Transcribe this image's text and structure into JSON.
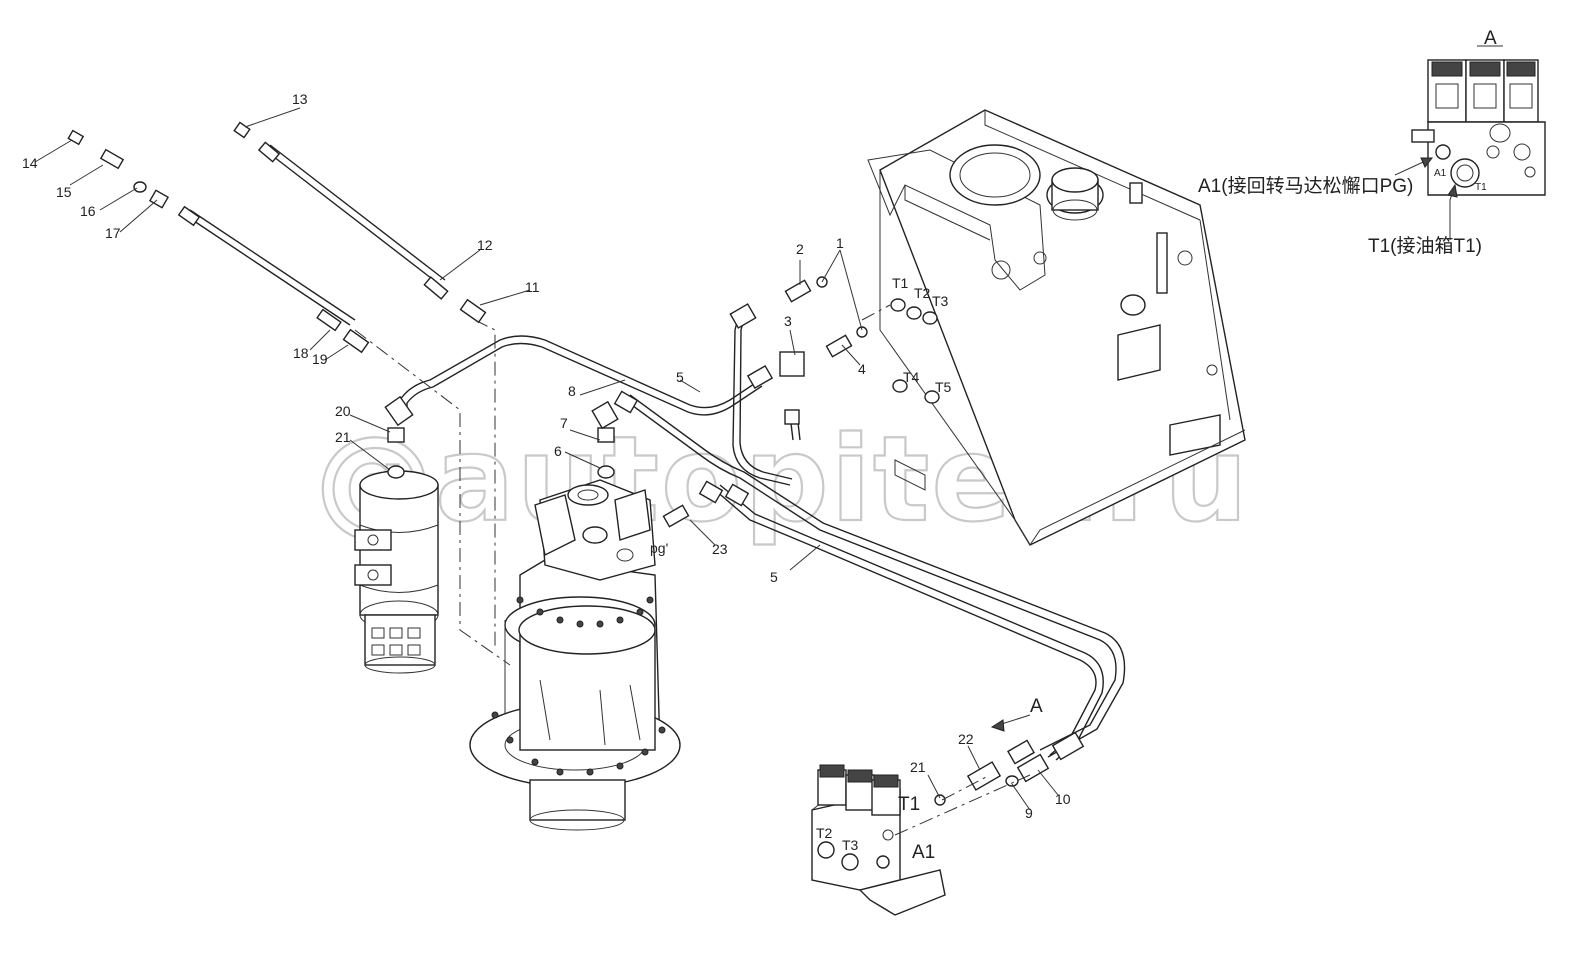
{
  "watermark": "@autopiter.ru",
  "view_label": "A",
  "callouts": {
    "c1": "1",
    "c2": "2",
    "c3": "3",
    "c4": "4",
    "c5a": "5",
    "c5b": "5",
    "c6": "6",
    "c7": "7",
    "c8": "8",
    "c9": "9",
    "c10": "10",
    "c11": "11",
    "c12": "12",
    "c13": "13",
    "c14": "14",
    "c15": "15",
    "c16": "16",
    "c17": "17",
    "c18": "18",
    "c19": "19",
    "c20": "20",
    "c21a": "21",
    "c21b": "21",
    "c22": "22",
    "c23": "23"
  },
  "tank_ports": {
    "t1": "T1",
    "t2": "T2",
    "t3": "T3",
    "t4": "T4",
    "t5": "T5"
  },
  "valve_ports": {
    "t1": "T1",
    "t2": "T2",
    "t3": "T3",
    "a1": "A1"
  },
  "motor_port": "pg'",
  "detail": {
    "a1_note": "A1(接回转马达松懈口PG)",
    "t1_note": "T1(接油箱T1)",
    "a1": "A1",
    "t1": "T1"
  },
  "colors": {
    "line": "#222222",
    "watermark": "#c9c9c9",
    "background": "#ffffff"
  }
}
